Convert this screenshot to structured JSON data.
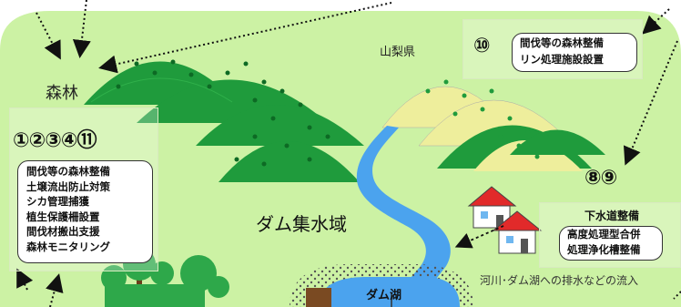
{
  "colors": {
    "land": "#ccf2a4",
    "mountain_green": "#1f9b3c",
    "mountain_yellow": "#eeee9c",
    "river": "#4ba3ee",
    "house_roof": "#e12a2a"
  },
  "labels": {
    "forest": "森林",
    "prefecture": "山梨県",
    "catchment": "ダム集水域",
    "dam_lake": "ダム湖",
    "inflow": "河川･ダム湖への排水などの流入"
  },
  "forest_box": {
    "numbers": "①②③④⑪",
    "items": [
      "間伐等の森林整備",
      "土壌流出防止対策",
      "シカ管理捕獲",
      "植生保護柵設置",
      "間伐材搬出支援",
      "森林モニタリング"
    ]
  },
  "top_box": {
    "number": "⑩",
    "items": [
      "間伐等の森林整備",
      "リン処理施設設置"
    ]
  },
  "sewer_box": {
    "numbers": "⑧⑨",
    "title": "下水道整備",
    "items": [
      "高度処理型合併",
      "処理浄化槽整備"
    ]
  },
  "icons": [
    "mountain-icon",
    "tree-icon",
    "house-icon",
    "river-icon",
    "dam-icon",
    "arrow-icon"
  ]
}
